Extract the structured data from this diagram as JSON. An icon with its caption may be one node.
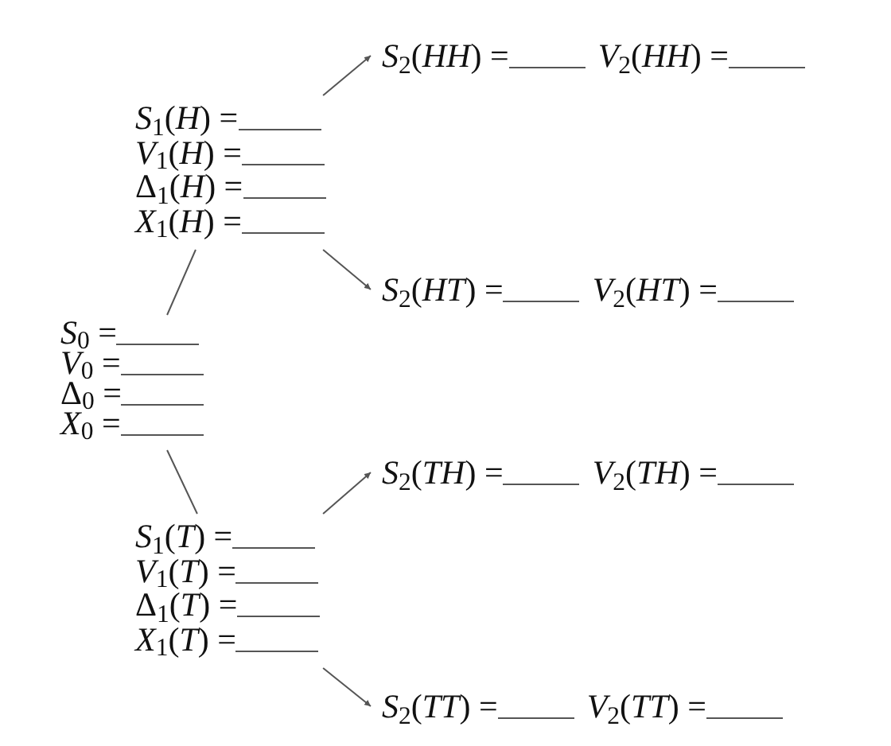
{
  "diagram": {
    "nodes": [
      {
        "text": [
          "*S*$_{2}$(*HH*) =",
          "*V*$_{2}$(*HH*) ="
        ]
      },
      {
        "text": [
          "*S*$_{1}$(*H*) =",
          "*V*$_{1}$(*H*) =",
          "Δ$_{1}$(*H*) =",
          "*X*$_{1}$(*H*) ="
        ]
      },
      {
        "text": [
          "*S*$_{2}$(*HT*) =",
          "*V*$_{2}$(*HT*) ="
        ]
      },
      {
        "text": [
          "*S*$_{0}$ =",
          "*V*$_{0}$ =",
          "Δ$_{0}$ =",
          "*X*$_{0}$ ="
        ]
      },
      {
        "text": [
          "*S*$_{2}$(*TH*) =",
          "*V*$_{2}$(*TH*) ="
        ]
      },
      {
        "text": [
          "*S*$_{1}$(*T*) =",
          "*V*$_{1}$(*T*) =",
          "Δ$_{1}$(*T*) =",
          "*X*$_{1}$(*T*) ="
        ]
      },
      {
        "text": [
          "*S*$_{2}$(*TT*) =",
          "*V*$_{2}$(*TT*) ="
        ]
      }
    ],
    "edges": [
      {
        "from": 3,
        "to": 1,
        "arrow": "none"
      },
      {
        "from": 3,
        "to": 5,
        "arrow": "none"
      },
      {
        "from": 1,
        "to": 0,
        "arrow": "to"
      },
      {
        "from": 1,
        "to": 2,
        "arrow": "to"
      },
      {
        "from": 5,
        "to": 4,
        "arrow": "to"
      },
      {
        "from": 5,
        "to": 6,
        "arrow": "to"
      }
    ]
  }
}
